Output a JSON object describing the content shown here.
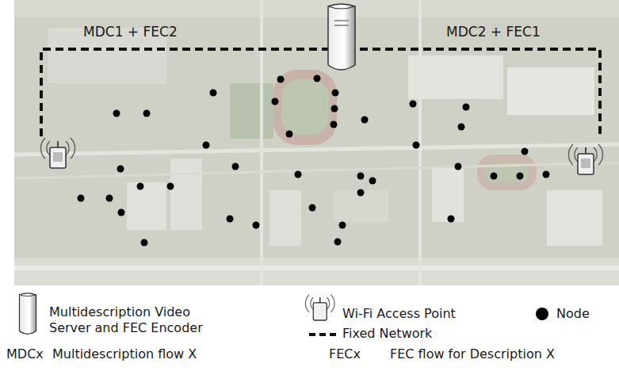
{
  "diagram": {
    "labels": [
      "MDC1 + FEC2",
      "MDC2 + FEC1",
      "MDCx",
      "Multidescription flow X",
      "FECx",
      "FEC flow for Description X"
    ],
    "legend": [
      {
        "text": "Multidescription Video Server and FEC Encoder"
      },
      {
        "text": "Wi-Fi Access Point"
      },
      {
        "text": "Node"
      },
      {
        "text": "Fixed Network"
      }
    ]
  }
}
